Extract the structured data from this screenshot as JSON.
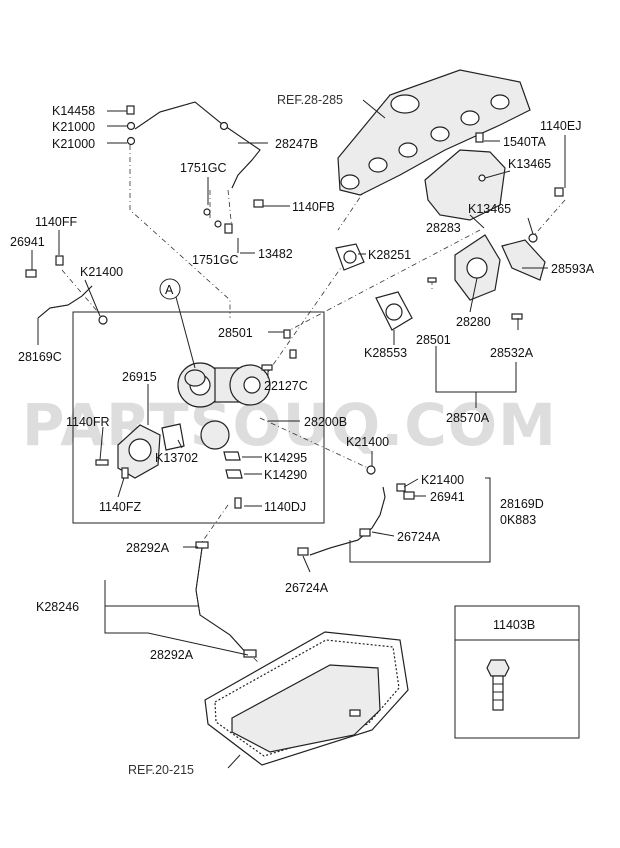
{
  "watermark": "PARTSOUQ.COM",
  "refs": {
    "manifold": "REF.28-285",
    "oil_pan": "REF.20-215"
  },
  "callout": "A",
  "kit_box_title": "11403B",
  "labels": {
    "k14458": "K14458",
    "k21000a": "K21000",
    "k21000b": "K21000",
    "p28247b": "28247B",
    "p1751gc_a": "1751GC",
    "p1751gc_b": "1751GC",
    "p1140fb": "1140FB",
    "p13482": "13482",
    "p1140ff": "1140FF",
    "p26941_a": "26941",
    "k21400_a": "K21400",
    "p28169c": "28169C",
    "p1540ta": "1540TA",
    "p1140ej": "1140EJ",
    "k13465_a": "K13465",
    "k13465_b": "K13465",
    "p28283": "28283",
    "k28251": "K28251",
    "p28593a": "28593A",
    "p28280": "28280",
    "p28501_r": "28501",
    "p28532a": "28532A",
    "k28553": "K28553",
    "p28570a": "28570A",
    "p28501_l": "28501",
    "p22127c": "22127C",
    "p26915": "26915",
    "p28200b": "28200B",
    "p1140fr": "1140FR",
    "k13702": "K13702",
    "k14295": "K14295",
    "k14290": "K14290",
    "p1140fz": "1140FZ",
    "p1140dj": "1140DJ",
    "k21400_b": "K21400",
    "k21400_c": "K21400",
    "p26941_b": "26941",
    "p28169d": "28169D",
    "p0k883": "0K883",
    "p26724a_a": "26724A",
    "p26724a_b": "26724A",
    "p28292a_a": "28292A",
    "k28246": "K28246",
    "p28292a_b": "28292A"
  }
}
